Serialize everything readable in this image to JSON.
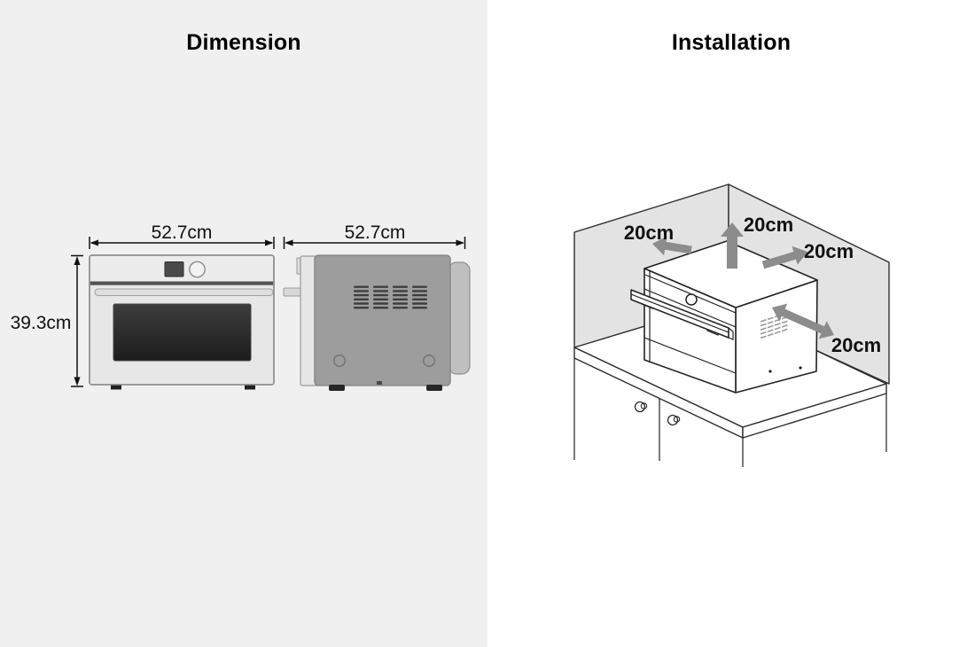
{
  "dimension_panel": {
    "title": "Dimension",
    "front_view": {
      "width_label": "52.7cm",
      "height_label": "39.3cm"
    },
    "side_view": {
      "depth_label": "52.7cm"
    }
  },
  "installation_panel": {
    "title": "Installation",
    "clearance_left_label": "20cm",
    "clearance_top_label": "20cm",
    "clearance_back_label": "20cm",
    "clearance_side_label": "20cm"
  },
  "colors": {
    "left_panel_bg": "#f0f0f0",
    "right_panel_bg": "#ffffff",
    "wall_fill": "#e3e3e3",
    "clearance_arrow_gray": "#8c8c8c",
    "line_art_outline": "#222222",
    "oven_side_body_gray": "#9d9d9d",
    "door_window_dark": "#2a2a2a",
    "label_text": "#111111"
  }
}
